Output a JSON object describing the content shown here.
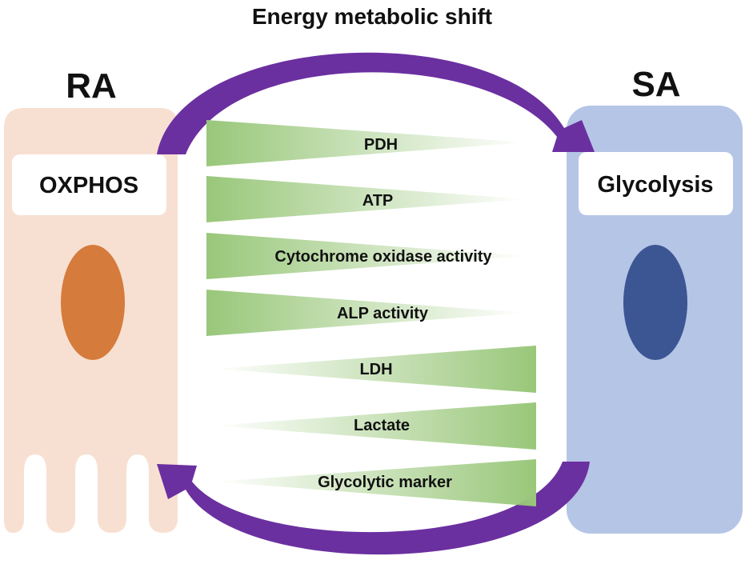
{
  "title": "Energy metabolic shift",
  "left_cell": {
    "label": "RA",
    "process": "OXPHOS",
    "fill_color": "#f7e0d2",
    "nucleus_color": "#d57b3c"
  },
  "right_cell": {
    "label": "SA",
    "process": "Glycolysis",
    "fill_color": "#b5c5e6",
    "nucleus_color": "#3c5593"
  },
  "arrow_color": "#6b30a0",
  "wedge_color": "#99c77a",
  "markers_decreasing": [
    "PDH",
    "ATP",
    "Cytochrome oxidase activity",
    "ALP activity"
  ],
  "markers_increasing": [
    "LDH",
    "Lactate",
    "Glycolytic marker"
  ]
}
